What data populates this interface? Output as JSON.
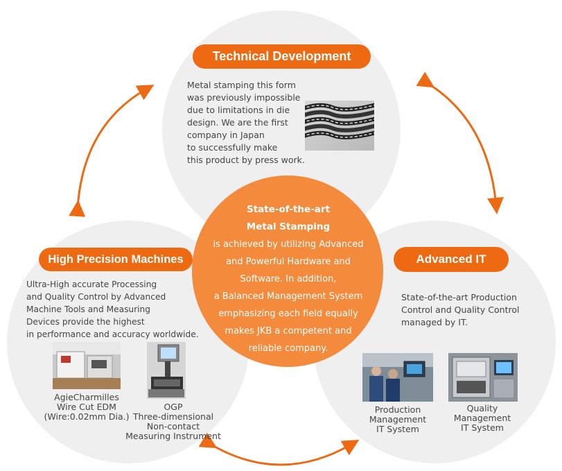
{
  "technical": {
    "title": "Technical Development",
    "lines": [
      "Metal stamping this form",
      "was previously impossible",
      "due to limitations in die",
      "design. We are the first",
      "company in Japan",
      "to successfully make",
      "this product by press work."
    ]
  },
  "machines": {
    "title": "High Precision Machines",
    "lines": [
      "Ultra-High accurate Processing",
      "and Quality Control by Advanced",
      "Machine Tools and Measuring",
      "Devices provide the highest",
      "in performance and accuracy worldwide."
    ],
    "edm_caption": [
      "AgieCharmilles",
      "Wire Cut EDM",
      "(Wire:0.02mm Dia.)"
    ],
    "ogp_caption": [
      "OGP",
      "Three-dimensional",
      "Non-contact",
      "Measuring Instrument"
    ]
  },
  "it": {
    "title": "Advanced IT",
    "lines": [
      "State-of-the-art Production",
      "Control and Quality Control",
      "managed by IT."
    ],
    "production_caption": [
      "Production",
      "Management",
      "IT System"
    ],
    "quality_caption": [
      "Quality",
      "Management",
      "IT System"
    ]
  },
  "center": {
    "heading": [
      "State-of-the-art",
      "Metal Stamping"
    ],
    "lines": [
      "is achieved by utilizing Advanced",
      "and Powerful Hardware and",
      "Software. In addition,",
      "a Balanced Management System",
      "emphasizing each field equally",
      "makes JKB a competent and",
      "reliable company."
    ]
  },
  "colors": {
    "accent": "#ee6a12",
    "center": "#f38a3c",
    "circle": "#efefef"
  }
}
